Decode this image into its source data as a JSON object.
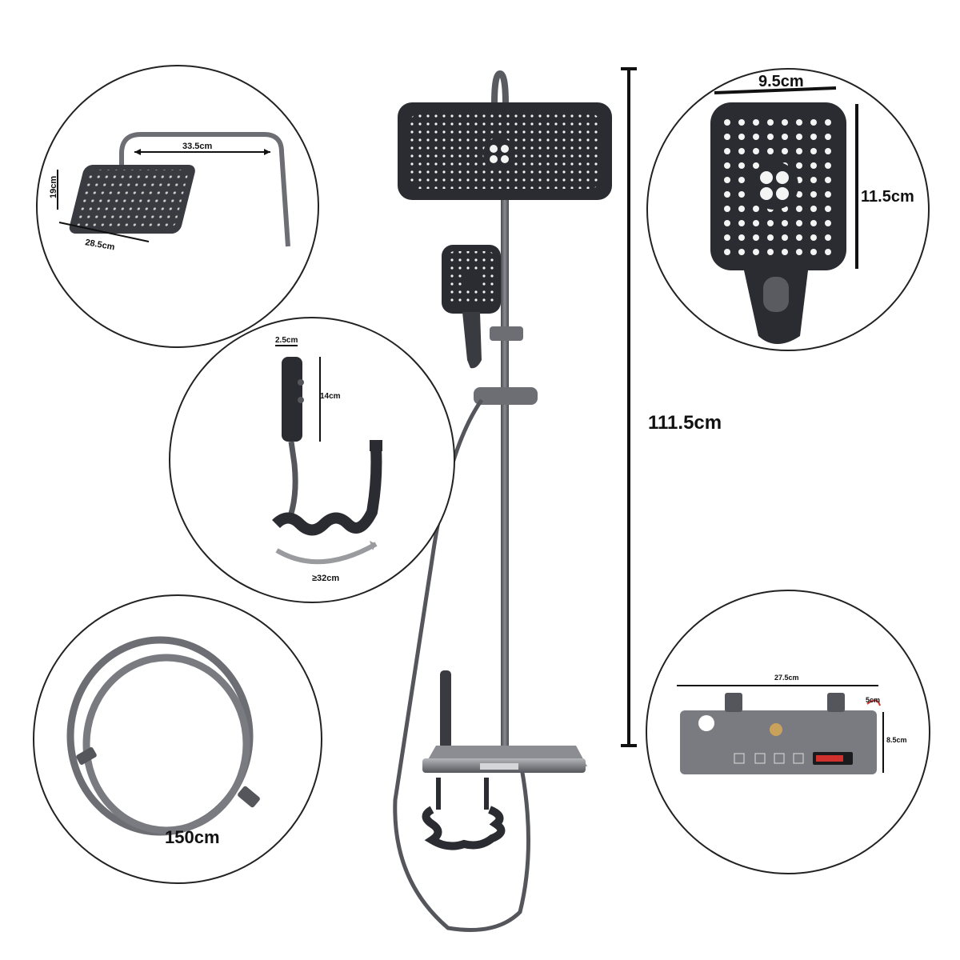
{
  "product": {
    "total_height": "111.5cm",
    "rain_head": {
      "width": "28.5cm",
      "depth": "19cm",
      "arm": "33.5cm"
    },
    "hand_shower": {
      "width": "9.5cm",
      "height": "11.5cm"
    },
    "bidet_sprayer": {
      "diameter": "2.5cm",
      "length": "14cm",
      "coil": "≥32cm"
    },
    "hose": {
      "length": "150cm"
    },
    "thermostat_panel": {
      "width": "27.5cm",
      "height": "8.5cm",
      "depth": "5cm"
    }
  },
  "colors": {
    "metal": "#5a5b60",
    "head_face": "#2b2c31",
    "holes": "#f4f4f4",
    "outline": "#222222",
    "accent_red": "#d0312d"
  }
}
